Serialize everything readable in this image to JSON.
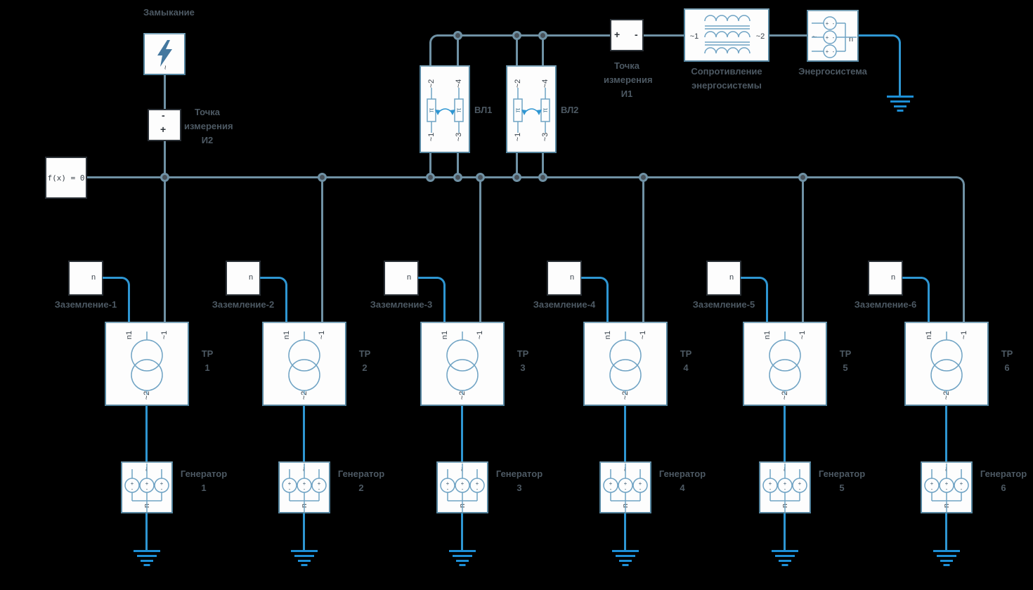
{
  "symbols": {
    "plus": "+",
    "minus": "-",
    "tilde": "~"
  },
  "ports": {
    "n": "n",
    "n1": "n1",
    "p1": "~1",
    "p2": "~2",
    "p3": "~3",
    "p4": "~4",
    "pi": "π"
  },
  "fault": {
    "label": "Замыкание"
  },
  "mp2": {
    "line1": "Точка",
    "line2": "измерения",
    "line3": "И2"
  },
  "mp1": {
    "line1": "Точка",
    "line2": "измерения",
    "line3": "И1"
  },
  "solver": {
    "text": "f(x) = 0"
  },
  "vl": [
    {
      "label": "ВЛ1"
    },
    {
      "label": "ВЛ2"
    }
  ],
  "impedance": {
    "line1": "Сопротивление",
    "line2": "энергосистемы"
  },
  "grid": {
    "label": "Энергосистема"
  },
  "columns": [
    {
      "ground": "Заземление-1",
      "tr1": "ТР",
      "tr2": "1",
      "gen1": "Генератор",
      "gen2": "1"
    },
    {
      "ground": "Заземление-2",
      "tr1": "ТР",
      "tr2": "2",
      "gen1": "Генератор",
      "gen2": "2"
    },
    {
      "ground": "Заземление-3",
      "tr1": "ТР",
      "tr2": "3",
      "gen1": "Генератор",
      "gen2": "3"
    },
    {
      "ground": "Заземление-4",
      "tr1": "ТР",
      "tr2": "4",
      "gen1": "Генератор",
      "gen2": "4"
    },
    {
      "ground": "Заземление-5",
      "tr1": "ТР",
      "tr2": "5",
      "gen1": "Генератор",
      "gen2": "5"
    },
    {
      "ground": "Заземление-6",
      "tr1": "ТР",
      "tr2": "6",
      "gen1": "Генератор",
      "gen2": "6"
    }
  ],
  "colors": {
    "bus": "#6f91a4",
    "wire": "#2e96d2",
    "ground": "#1d8fd6",
    "block_border": "#54849e"
  }
}
